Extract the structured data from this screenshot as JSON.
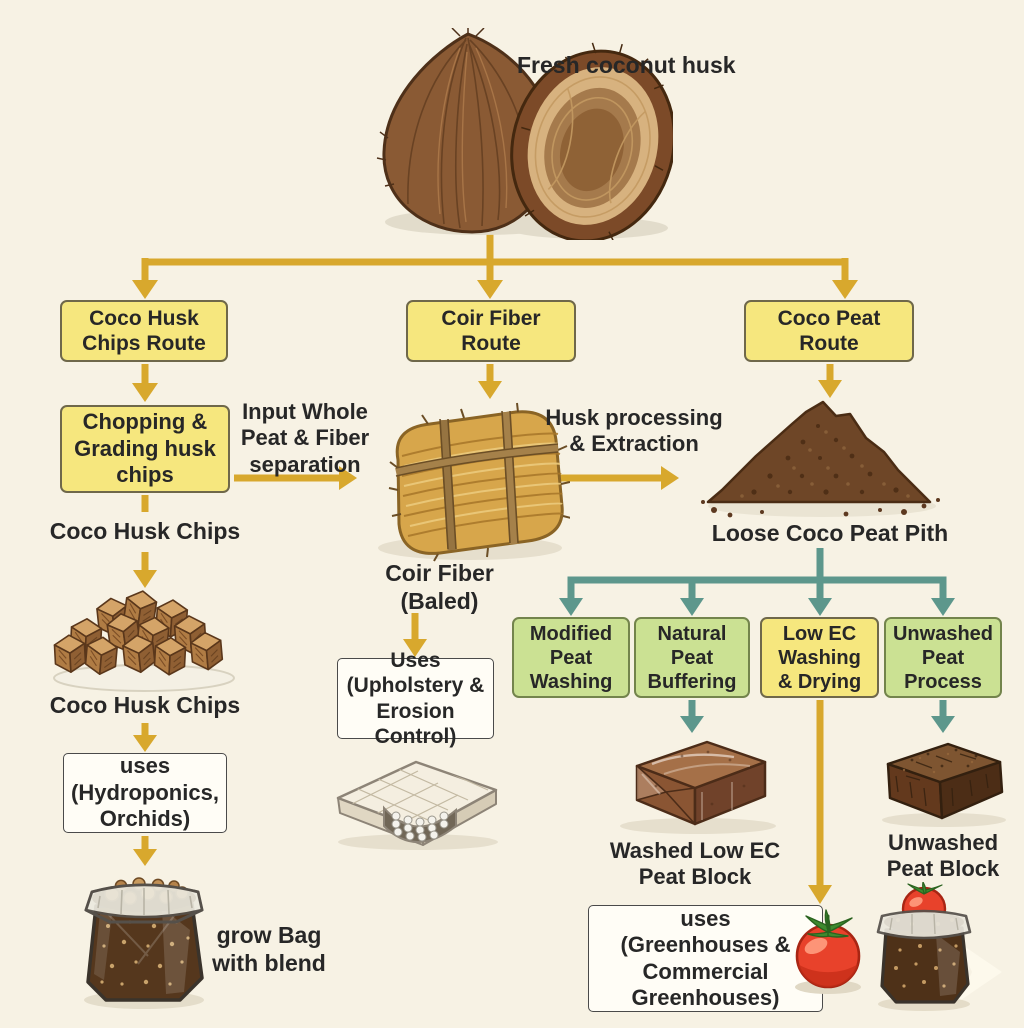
{
  "colors": {
    "background": "#f7f2e4",
    "primary_arrow": "#d8a82d",
    "secondary_arrow": "#5d978c",
    "yellow_box_fill": "#f6e77e",
    "green_box_fill": "#cbe193",
    "white_box_fill": "#fffdf6"
  },
  "header": {
    "label": "Fresh coconut husk"
  },
  "routes": [
    {
      "label": "Coco Husk\nChips Route"
    },
    {
      "label": "Coir Fiber\nRoute"
    },
    {
      "label": "Coco Peat\nRoute"
    }
  ],
  "husk_chips_route": {
    "process_box": "Chopping &\nGrading husk\nchips",
    "note": "Input Whole\nPeat & Fiber\nseparation",
    "stage_label": "Coco Husk Chips",
    "product_label": "Coco Husk Chips",
    "uses_box": "uses\n(Hydroponics,\nOrchids)",
    "output_label": "grow Bag\nwith blend"
  },
  "coir_fiber_route": {
    "note": "Husk processing\n& Extraction",
    "product_label": "Coir Fiber\n(Baled)",
    "uses_box": "Uses\n(Upholstery &\nErosion Control)"
  },
  "coco_peat_route": {
    "product_label": "Loose Coco Peat Pith",
    "process_boxes": [
      {
        "label": "Modified\nPeat\nWashing",
        "variant": "green"
      },
      {
        "label": "Natural\nPeat\nBuffering",
        "variant": "green"
      },
      {
        "label": "Low EC\nWashing\n& Drying",
        "variant": "yellow"
      },
      {
        "label": "Unwashed\nPeat\nProcess",
        "variant": "green"
      }
    ],
    "washed_block_label": "Washed Low EC\nPeat Block",
    "unwashed_block_label": "Unwashed\nPeat Block",
    "uses_box": "uses\n(Greenhouses &\nCommercial\nGreenhouses)"
  },
  "illustrations": {
    "coconut": "fresh-coconut-husk-illustration",
    "bale": "coir-fiber-bale-illustration",
    "peat_pile": "coco-peat-pile-illustration",
    "chips_pile": "husk-chips-pile-illustration",
    "grow_bag": "grow-bag-illustration",
    "mattress": "mattress-illustration",
    "washed_block": "washed-peat-block-illustration",
    "unwashed_block": "unwashed-peat-block-illustration",
    "tomato": "tomato-illustration",
    "tomato_grow_bag": "tomato-grow-bag-illustration"
  }
}
